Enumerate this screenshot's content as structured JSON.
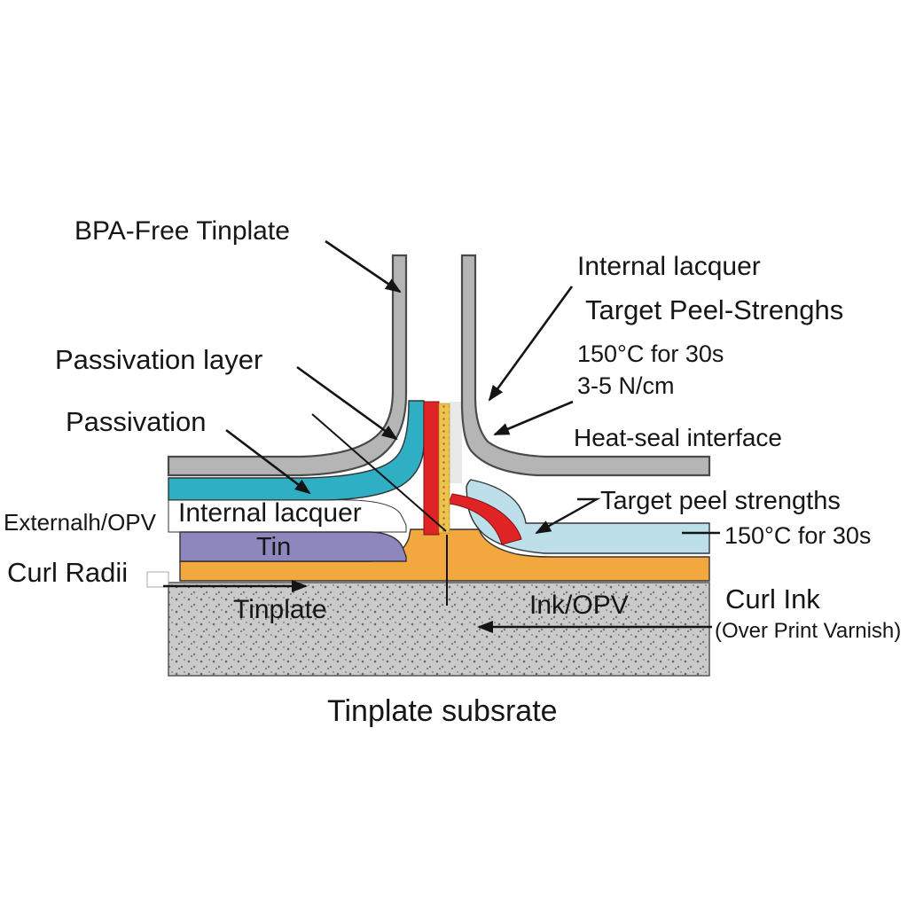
{
  "diagram": {
    "title_note": "Tinplate heat-seal cross-section diagram",
    "labels": {
      "bpa_free_tinplate": "BPA-Free Tinplate",
      "internal_lacquer_top": "Internal lacquer",
      "target_peel_strenghs": "Target Peel-Strenghs",
      "temp_top": "150°C for 30s",
      "peel_force": "3-5 N/cm",
      "passivation_layer": "Passivation layer",
      "passivation": "Passivation",
      "heat_seal_interface": "Heat-seal interface",
      "external_opv": "Externalh/OPV",
      "internal_lacquer_mid": "Internal lacquer",
      "tin": "Tin",
      "target_peel_strengths": "Target peel strengths",
      "temp_right": "150°C for 30s",
      "curl_radii": "Curl Radii",
      "tinplate": "Tinplate",
      "ink_opv": "Ink/OPV",
      "curl_ink": "Curl Ink",
      "over_print_varnish": "(Over Print Varnish)",
      "substrate_caption": "Tinplate subsrate"
    },
    "colors": {
      "wall_gray": "#b5b5b5",
      "outline": "#4a4a4a",
      "teal": "#2fafc3",
      "white_layer": "#ffffff",
      "purple": "#8d87bd",
      "orange": "#f2a83f",
      "red": "#e02425",
      "pale_blue": "#bcdfea",
      "substrate_gray": "#cacaca",
      "adhesive_yellow": "#e9c54d",
      "gap_gray": "#e9e9e9",
      "arrow": "#141414"
    }
  }
}
